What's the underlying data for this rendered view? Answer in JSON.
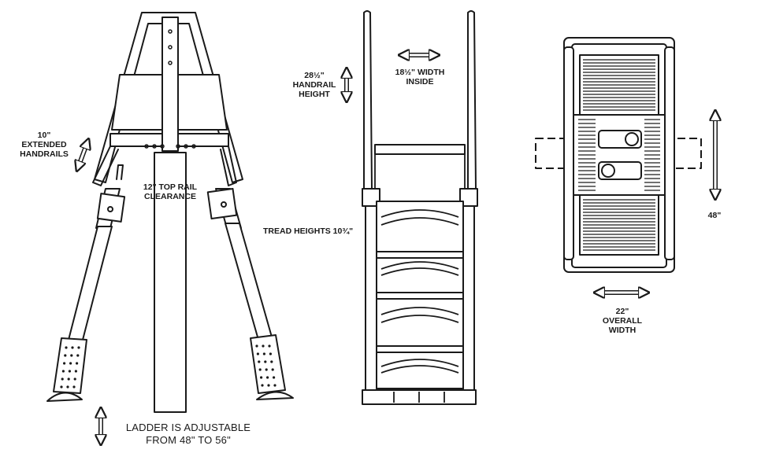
{
  "labels": {
    "extended_handrails": [
      "10\"",
      "EXTENDED",
      "HANDRAILS"
    ],
    "top_rail_clearance": [
      "12\" TOP RAIL",
      "CLEARANCE"
    ],
    "adjustable": [
      "LADDER IS ADJUSTABLE",
      "FROM 48\" TO 56\""
    ],
    "handrail_height": [
      "28½\"",
      "HANDRAIL",
      "HEIGHT"
    ],
    "width_inside": [
      "18½\" WIDTH",
      "INSIDE"
    ],
    "tread_heights": "TREAD HEIGHTS 10¾\"",
    "length_48": "48\"",
    "overall_width": [
      "22\"",
      "OVERALL",
      "WIDTH"
    ]
  },
  "colors": {
    "line": "#1a1a1a",
    "fill": "#ffffff",
    "shade": "#e8e8e8"
  }
}
